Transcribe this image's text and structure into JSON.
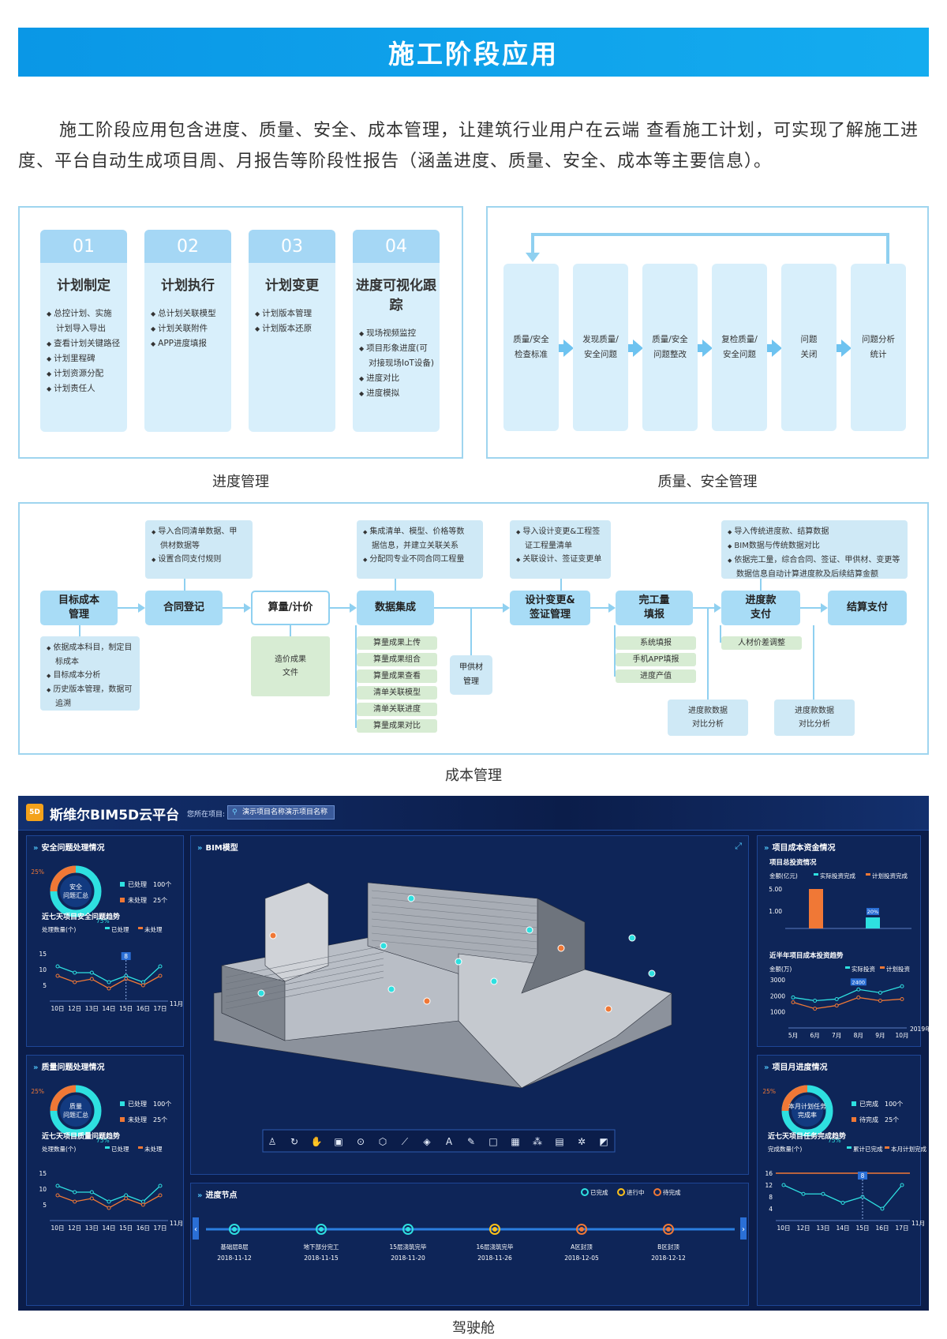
{
  "banner": {
    "title": "施工阶段应用"
  },
  "intro": "施工阶段应用包含进度、质量、安全、成本管理，让建筑行业用户在云端 查看施工计划，可实现了解施工进度、平台自动生成项目周、月报告等阶段性报告（涵盖进度、质量、安全、成本等主要信息）。",
  "progress": {
    "caption": "进度管理",
    "cards": [
      {
        "num": "01",
        "title": "计划制定",
        "items": [
          "总控计划、实施",
          "计划导入导出",
          "查看计划关键路径",
          "计划里程碑",
          "计划资源分配",
          "计划责任人"
        ]
      },
      {
        "num": "02",
        "title": "计划执行",
        "items": [
          "总计划关联模型",
          "计划关联附件",
          "APP进度填报"
        ]
      },
      {
        "num": "03",
        "title": "计划变更",
        "items": [
          "计划版本管理",
          "计划版本还原"
        ]
      },
      {
        "num": "04",
        "title": "进度可视化跟踪",
        "items": [
          "现场视频监控",
          "项目形象进度(可",
          "对接现场IoT设备)",
          "进度对比",
          "进度模拟"
        ]
      }
    ]
  },
  "quality": {
    "caption": "质量、安全管理",
    "steps": [
      [
        "质量/安全",
        "检查标准"
      ],
      [
        "发现质量/",
        "安全问题"
      ],
      [
        "质量/安全",
        "问题整改"
      ],
      [
        "复检质量/",
        "安全问题"
      ],
      [
        "问题",
        "关闭"
      ],
      [
        "问题分析",
        "统计"
      ]
    ]
  },
  "cost": {
    "caption": "成本管理",
    "boxes": [
      [
        "目标成本",
        "管理"
      ],
      [
        "合同登记"
      ],
      [
        "算量/计价"
      ],
      [
        "数据集成"
      ],
      [
        "设计变更&",
        "签证管理"
      ],
      [
        "完工量",
        "填报"
      ],
      [
        "进度款",
        "支付"
      ],
      [
        "结算支付"
      ]
    ],
    "note_contract": [
      "导入合同清单数据、甲",
      "供材数据等",
      "设置合同支付规则"
    ],
    "note_target": [
      "依据成本科目，制定目",
      "标成本",
      "目标成本分析",
      "历史版本管理，数据可",
      "追溯"
    ],
    "note_data": [
      "集成清单、模型、价格等数",
      "据信息，并建立关联关系",
      "分配同专业不同合同工程量"
    ],
    "note_change": [
      "导入设计变更&工程签",
      "证工程量清单",
      "关联设计、签证变更单"
    ],
    "note_settle": [
      "导入传统进度款、结算数据",
      "BIM数据与传统数据对比",
      "依据完工量，综合合同、签证、甲供材、变更等",
      "数据信息自动计算进度款及后续结算金额"
    ],
    "cost_result": [
      "造价成果",
      "文件"
    ],
    "calc_items": [
      "算量成果上传",
      "算量成果组合",
      "算量成果查看",
      "清单关联模型",
      "清单关联进度",
      "算量成果对比"
    ],
    "jia": [
      "甲供材",
      "管理"
    ],
    "fill_items": [
      "系统填报",
      "手机APP填报",
      "进度产值"
    ],
    "pay_items": [
      "人材价差调整"
    ],
    "compare1": [
      "进度款数据",
      "对比分析"
    ],
    "compare2": [
      "进度款数据",
      "对比分析"
    ]
  },
  "dashboard": {
    "caption": "驾驶舱",
    "logo": "5D",
    "app_title": "斯维尔BIM5D云平台",
    "project_label": "您所在项目:",
    "project_name": "演示项目名称演示项目名称",
    "safety": {
      "title": "安全问题处理情况",
      "center": [
        "安全",
        "问题汇总"
      ],
      "pct_a": "25%",
      "pct_b": "75%",
      "legend": [
        {
          "label": "已处理",
          "value": "100个"
        },
        {
          "label": "未处理",
          "value": "25个"
        }
      ],
      "trend_title": "近七天项目安全问题趋势",
      "ylabel": "处理数量(个)",
      "l1": "已处理",
      "l2": "未处理",
      "marker": "8",
      "xunit": "11月"
    },
    "quality": {
      "title": "质量问题处理情况",
      "center": [
        "质量",
        "问题汇总"
      ],
      "pct_a": "25%",
      "pct_b": "75%",
      "legend": [
        {
          "label": "已处理",
          "value": "100个"
        },
        {
          "label": "未处理",
          "value": "25个"
        }
      ],
      "trend_title": "近七天项目质量问题趋势",
      "ylabel": "处理数量(个)",
      "l1": "已处理",
      "l2": "未处理",
      "xunit": "11月"
    },
    "bim": {
      "title": "BIM模型"
    },
    "nodes": {
      "title": "进度节点",
      "legend": [
        "已完成",
        "进行中",
        "待完成"
      ],
      "items": [
        {
          "name": "基础层B层",
          "date": "2018-11-12",
          "state": "done"
        },
        {
          "name": "地下部分完工",
          "date": "2018-11-15",
          "state": "done"
        },
        {
          "name": "15层浇筑完毕",
          "date": "2018-11-20",
          "state": "done"
        },
        {
          "name": "16层浇筑完毕",
          "date": "2018-11-26",
          "state": "doing"
        },
        {
          "name": "A区封顶",
          "date": "2018-12-05",
          "state": "todo"
        },
        {
          "name": "B区封顶",
          "date": "2018-12-12",
          "state": "todo"
        }
      ]
    },
    "fund": {
      "title": "项目成本资金情况",
      "sub1": "项目总投资情况",
      "unit1": "金额(亿元)",
      "l1": "实际投资完成",
      "l2": "计划投资完成",
      "y1": [
        "5.00",
        "1.00"
      ],
      "badge": "20%",
      "sub2": "近半年项目成本投资趋势",
      "unit2": "金额(万)",
      "l3": "实际投资",
      "l4": "计划投资",
      "y2": [
        "3000",
        "2000",
        "1000"
      ],
      "marker": "2400",
      "year": "2019年"
    },
    "monthly": {
      "title": "项目月进度情况",
      "center": [
        "本月计划任务",
        "完成率"
      ],
      "pct_a": "25%",
      "pct_b": "75%",
      "legend": [
        {
          "label": "已完成",
          "value": "100个"
        },
        {
          "label": "待完成",
          "value": "25个"
        }
      ],
      "trend_title": "近七天项目任务完成趋势",
      "ylabel": "完成数量(个)",
      "l1": "累计已完成",
      "l2": "本月计划完成",
      "marker": "8",
      "xunit": "11月"
    }
  },
  "chart_data": [
    {
      "type": "line",
      "title": "近七天项目安全问题趋势",
      "ylabel": "处理数量(个)",
      "categories": [
        "10日",
        "12日",
        "13日",
        "14日",
        "15日",
        "16日",
        "17日"
      ],
      "ylim": [
        0,
        15
      ],
      "yticks": [
        5,
        10,
        15
      ],
      "series": [
        {
          "name": "已处理",
          "values": [
            11,
            9,
            9,
            6,
            8,
            6,
            11
          ]
        },
        {
          "name": "未处理",
          "values": [
            8,
            6,
            7,
            4,
            7,
            5,
            8
          ]
        }
      ]
    },
    {
      "type": "line",
      "title": "近七天项目质量问题趋势",
      "ylabel": "处理数量(个)",
      "categories": [
        "10日",
        "12日",
        "13日",
        "14日",
        "15日",
        "16日",
        "17日"
      ],
      "ylim": [
        0,
        15
      ],
      "yticks": [
        5,
        10,
        15
      ],
      "series": [
        {
          "name": "已处理",
          "values": [
            11,
            9,
            9,
            6,
            8,
            6,
            11
          ]
        },
        {
          "name": "未处理",
          "values": [
            8,
            6,
            7,
            4,
            7,
            5,
            8
          ]
        }
      ]
    },
    {
      "type": "bar",
      "title": "项目总投资情况",
      "ylabel": "金额(亿元)",
      "series": [
        {
          "name": "计划投资完成",
          "values": [
            5.0
          ]
        },
        {
          "name": "实际投资完成",
          "values": [
            1.0
          ]
        }
      ]
    },
    {
      "type": "line",
      "title": "近半年项目成本投资趋势",
      "ylabel": "金额(万)",
      "categories": [
        "5月",
        "6月",
        "7月",
        "8月",
        "9月",
        "10月"
      ],
      "ylim": [
        0,
        3000
      ],
      "yticks": [
        1000,
        2000,
        3000
      ],
      "series": [
        {
          "name": "实际投资",
          "values": [
            1900,
            1700,
            1800,
            2400,
            2200,
            2600
          ]
        },
        {
          "name": "计划投资",
          "values": [
            1600,
            1200,
            1400,
            1900,
            1700,
            1800
          ]
        }
      ]
    },
    {
      "type": "line",
      "title": "近七天项目任务完成趋势",
      "ylabel": "完成数量(个)",
      "categories": [
        "10日",
        "12日",
        "13日",
        "14日",
        "15日",
        "16日",
        "17日"
      ],
      "ylim": [
        0,
        16
      ],
      "yticks": [
        4,
        8,
        12,
        16
      ],
      "series": [
        {
          "name": "累计已完成",
          "values": [
            12,
            9,
            9,
            6,
            8,
            4,
            12
          ]
        },
        {
          "name": "本月计划完成",
          "values": [
            16,
            16,
            16,
            16,
            16,
            16,
            16
          ]
        }
      ]
    }
  ],
  "colors": {
    "accent": "#0a97e6",
    "teal": "#2ee0e0",
    "orange": "#f07836",
    "gold": "#ffc21a"
  }
}
